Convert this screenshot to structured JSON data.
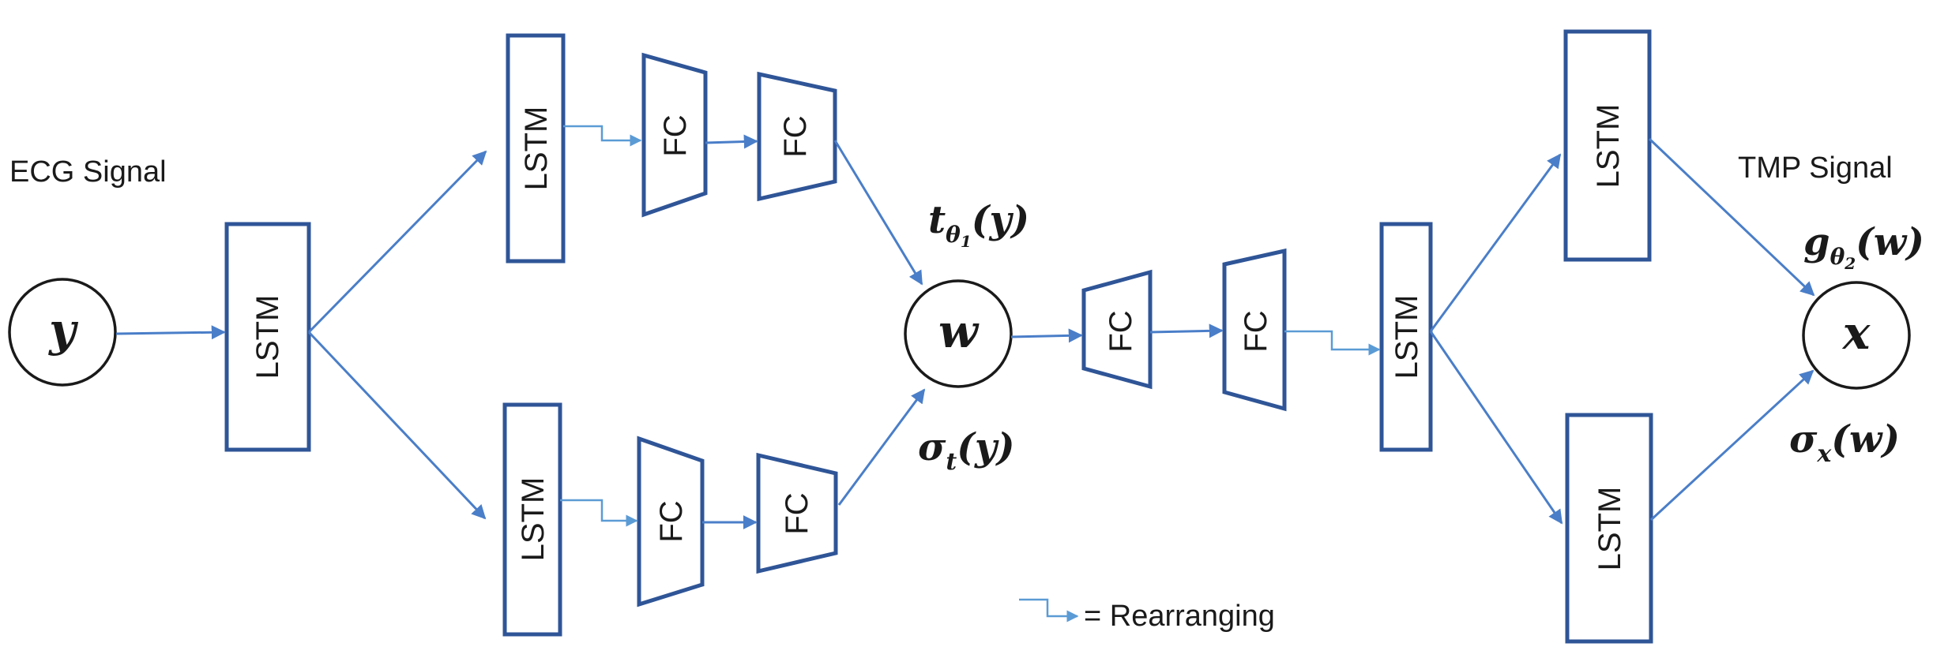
{
  "blocks": {
    "lstm": "LSTM",
    "fc": "FC"
  },
  "inputs": {
    "ecg_signal": "ECG Signal",
    "tmp_signal": "TMP Signal"
  },
  "nodes": {
    "y": "y",
    "w": "w",
    "x": "x"
  },
  "parameters": {
    "t_theta1": {
      "base": "t",
      "sub": "θ",
      "subsub": "1",
      "arg": "(y)"
    },
    "sigma_t": {
      "base": "σ",
      "sub": "t",
      "arg": "(y)"
    },
    "g_theta2": {
      "base": "g",
      "sub": "θ",
      "subsub": "2",
      "arg": "(w)"
    },
    "sigma_x": {
      "base": "σ",
      "sub": "x",
      "arg": "(w)"
    }
  },
  "legend": {
    "rearranging": "= Rearranging"
  },
  "colors": {
    "block_stroke": "#2f5597",
    "arrow": "#4a7ec8",
    "rearrange_arrow": "#5b9bd5"
  }
}
